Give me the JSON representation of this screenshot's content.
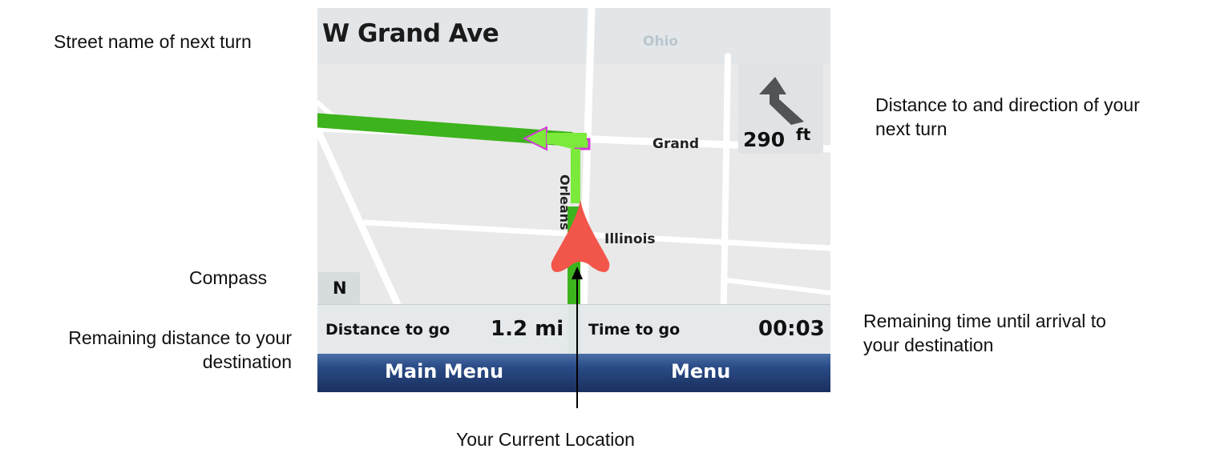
{
  "callouts": {
    "street_name": "Street name of next turn",
    "turn_info_line1": "Distance to and direction of your",
    "turn_info_line2": "next turn",
    "compass": "Compass",
    "remaining_distance_line1": "Remaining distance to your",
    "remaining_distance_line2": "destination",
    "remaining_time_line1": "Remaining time until arrival to",
    "remaining_time_line2": "your destination",
    "current_location": "Your Current Location"
  },
  "navigation": {
    "next_street": "W Grand Ave",
    "turn_distance": "290",
    "turn_unit": "ft",
    "turn_direction": "turn-left-arrow-icon"
  },
  "map": {
    "labels": {
      "ohio": "Ohio",
      "grand": "Grand",
      "orleans": "Orleans",
      "illinois": "Illinois"
    },
    "colors": {
      "background": "#e9e9e9",
      "roads": "#ffffff",
      "route": "#3db31d",
      "route_highlight": "#7bea3a",
      "route_outline": "#d23ad9",
      "position_marker": "#f2554a"
    }
  },
  "compass": {
    "heading": "N"
  },
  "info_bar": {
    "distance_label": "Distance to go",
    "distance_value": "1.2 mi",
    "time_label": "Time to go",
    "time_value": "00:03"
  },
  "softkeys": {
    "left": "Main Menu",
    "right": "Menu"
  }
}
